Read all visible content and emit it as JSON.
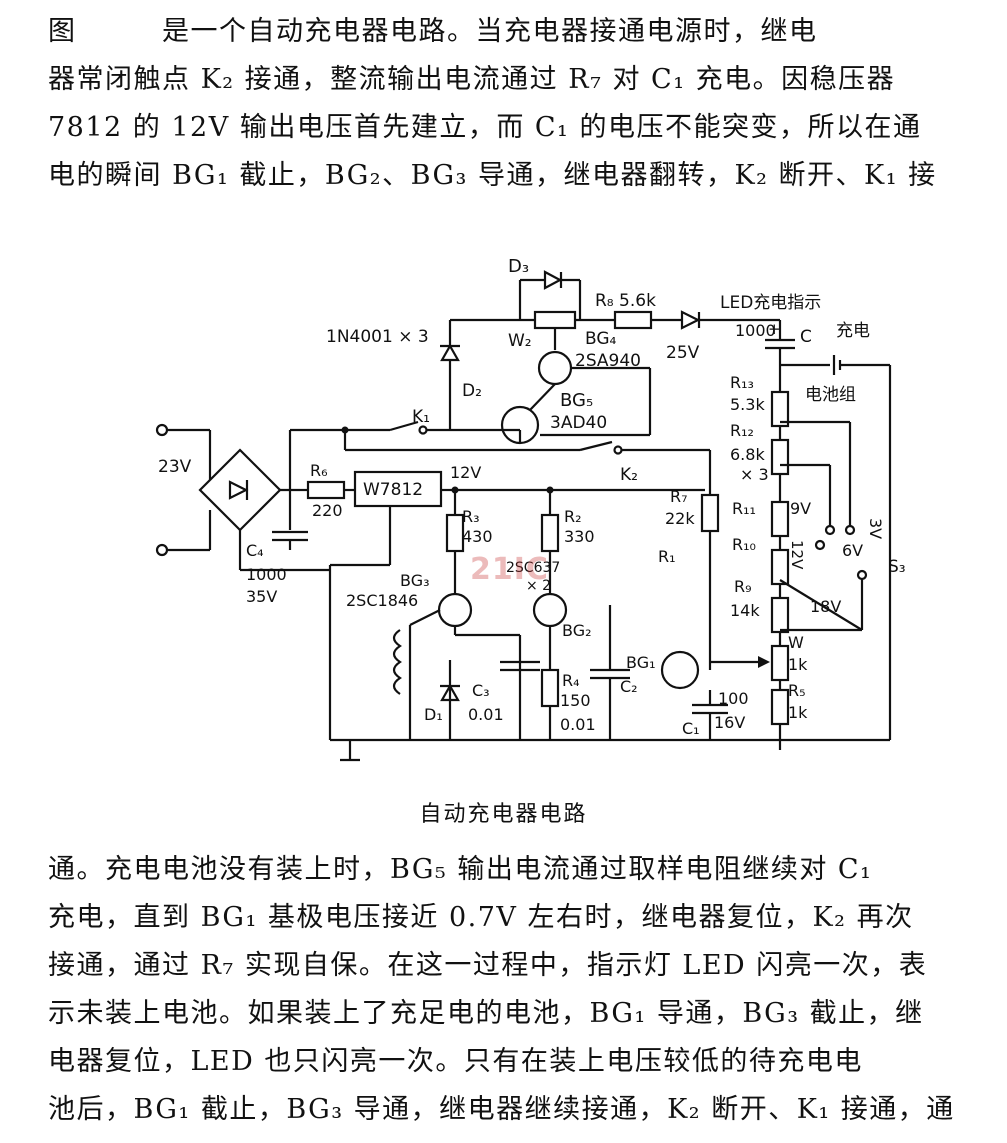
{
  "paragraph_top": [
    "图　　　是一个自动充电器电路。当充电器接通电源时，继电",
    "器常闭触点 K₂ 接通，整流输出电流通过 R₇ 对 C₁ 充电。因稳压器",
    "7812 的 12V 输出电压首先建立，而 C₁ 的电压不能突变，所以在通",
    "电的瞬间 BG₁ 截止，BG₂、BG₃ 导通，继电器翻转，K₂ 断开、K₁ 接"
  ],
  "caption": "自动充电器电路",
  "paragraph_bottom": [
    "通。充电电池没有装上时，BG₅ 输出电流通过取样电阻继续对 C₁",
    "充电，直到 BG₁ 基极电压接近 0.7V 左右时，继电器复位，K₂ 再次",
    "接通，通过 R₇ 实现自保。在这一过程中，指示灯 LED 闪亮一次，表",
    "示未装上电池。如果装上了充足电的电池，BG₁ 导通，BG₃ 截止，继",
    "电器复位，LED 也只闪亮一次。只有在装上电压较低的待充电电",
    "池后，BG₁ 截止，BG₃ 导通，继电器继续接通，K₂ 断开、K₁ 接通，通"
  ],
  "figure": {
    "labels": {
      "d3": "D₃",
      "r8": "R₈ 5.6k",
      "led": "LED充电指示",
      "in4001": "1N4001 × 3",
      "w2": "W₂",
      "bg4": "BG₄",
      "sa940": "2SA940",
      "v25": "25V",
      "c1000": "1000",
      "plus": "+",
      "c": "C",
      "charge": "充电",
      "d2": "D₂",
      "bg5": "BG₅",
      "ad40": "3AD40",
      "battery": "电池组",
      "r13": "R₁₃",
      "k53": "5.3k",
      "k1": "K₁",
      "r12": "R₁₂",
      "k68": "6.8k",
      "x3": "× 3",
      "v23": "23V",
      "k2": "K₂",
      "r6": "R₆",
      "r220": "220",
      "w7812": "W7812",
      "v12": "12V",
      "r7": "R₇",
      "k22": "22k",
      "r11": "R₁₁",
      "v9": "9V",
      "v3": "3V",
      "r3": "R₃",
      "r430": "430",
      "r2": "R₂",
      "r330": "330",
      "r1": "R₁",
      "c4": "C₄",
      "c4v": "1000",
      "c4u": "35V",
      "c637": "2SC637",
      "x2": "× 2",
      "r10": "R₁₀",
      "v12b": "12V",
      "v6": "6V",
      "s3": "S₃",
      "bg3": "BG₃",
      "sc1846": "2SC1846",
      "r9": "R₉",
      "k14": "14k",
      "v18": "18V",
      "bg2": "BG₂",
      "w": "W",
      "k1k": "1k",
      "bg1": "BG₁",
      "r4": "R₄",
      "r150": "150",
      "c2": "C₂",
      "c3": "C₃",
      "c3v": "0.01",
      "c2v": "0.01",
      "d1": "D₁",
      "c1": "C₁",
      "c1v": "100",
      "c1u": "16V",
      "r5": "R₅",
      "k1kb": "1k"
    }
  }
}
